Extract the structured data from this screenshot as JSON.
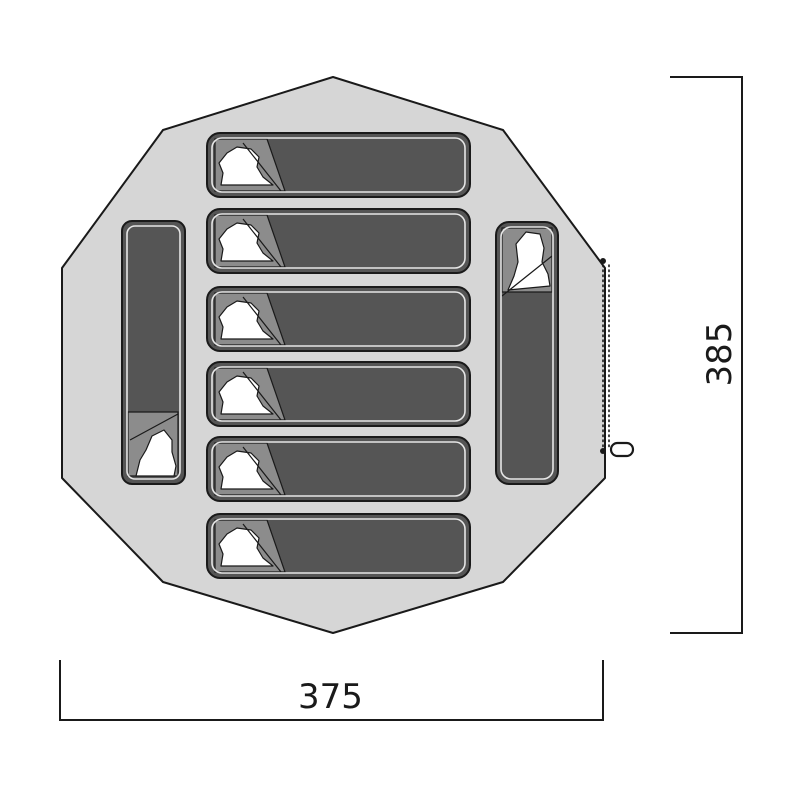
{
  "diagram": {
    "dimensions": {
      "width_label": "375",
      "height_label": "385"
    },
    "sleeping_bags": {
      "horizontal_count": 6,
      "vertical_count": 2
    },
    "colors": {
      "floor": "#d6d6d6",
      "bag": "#555555",
      "hood": "#8c8c8c",
      "outline": "#1a1a1a"
    }
  }
}
